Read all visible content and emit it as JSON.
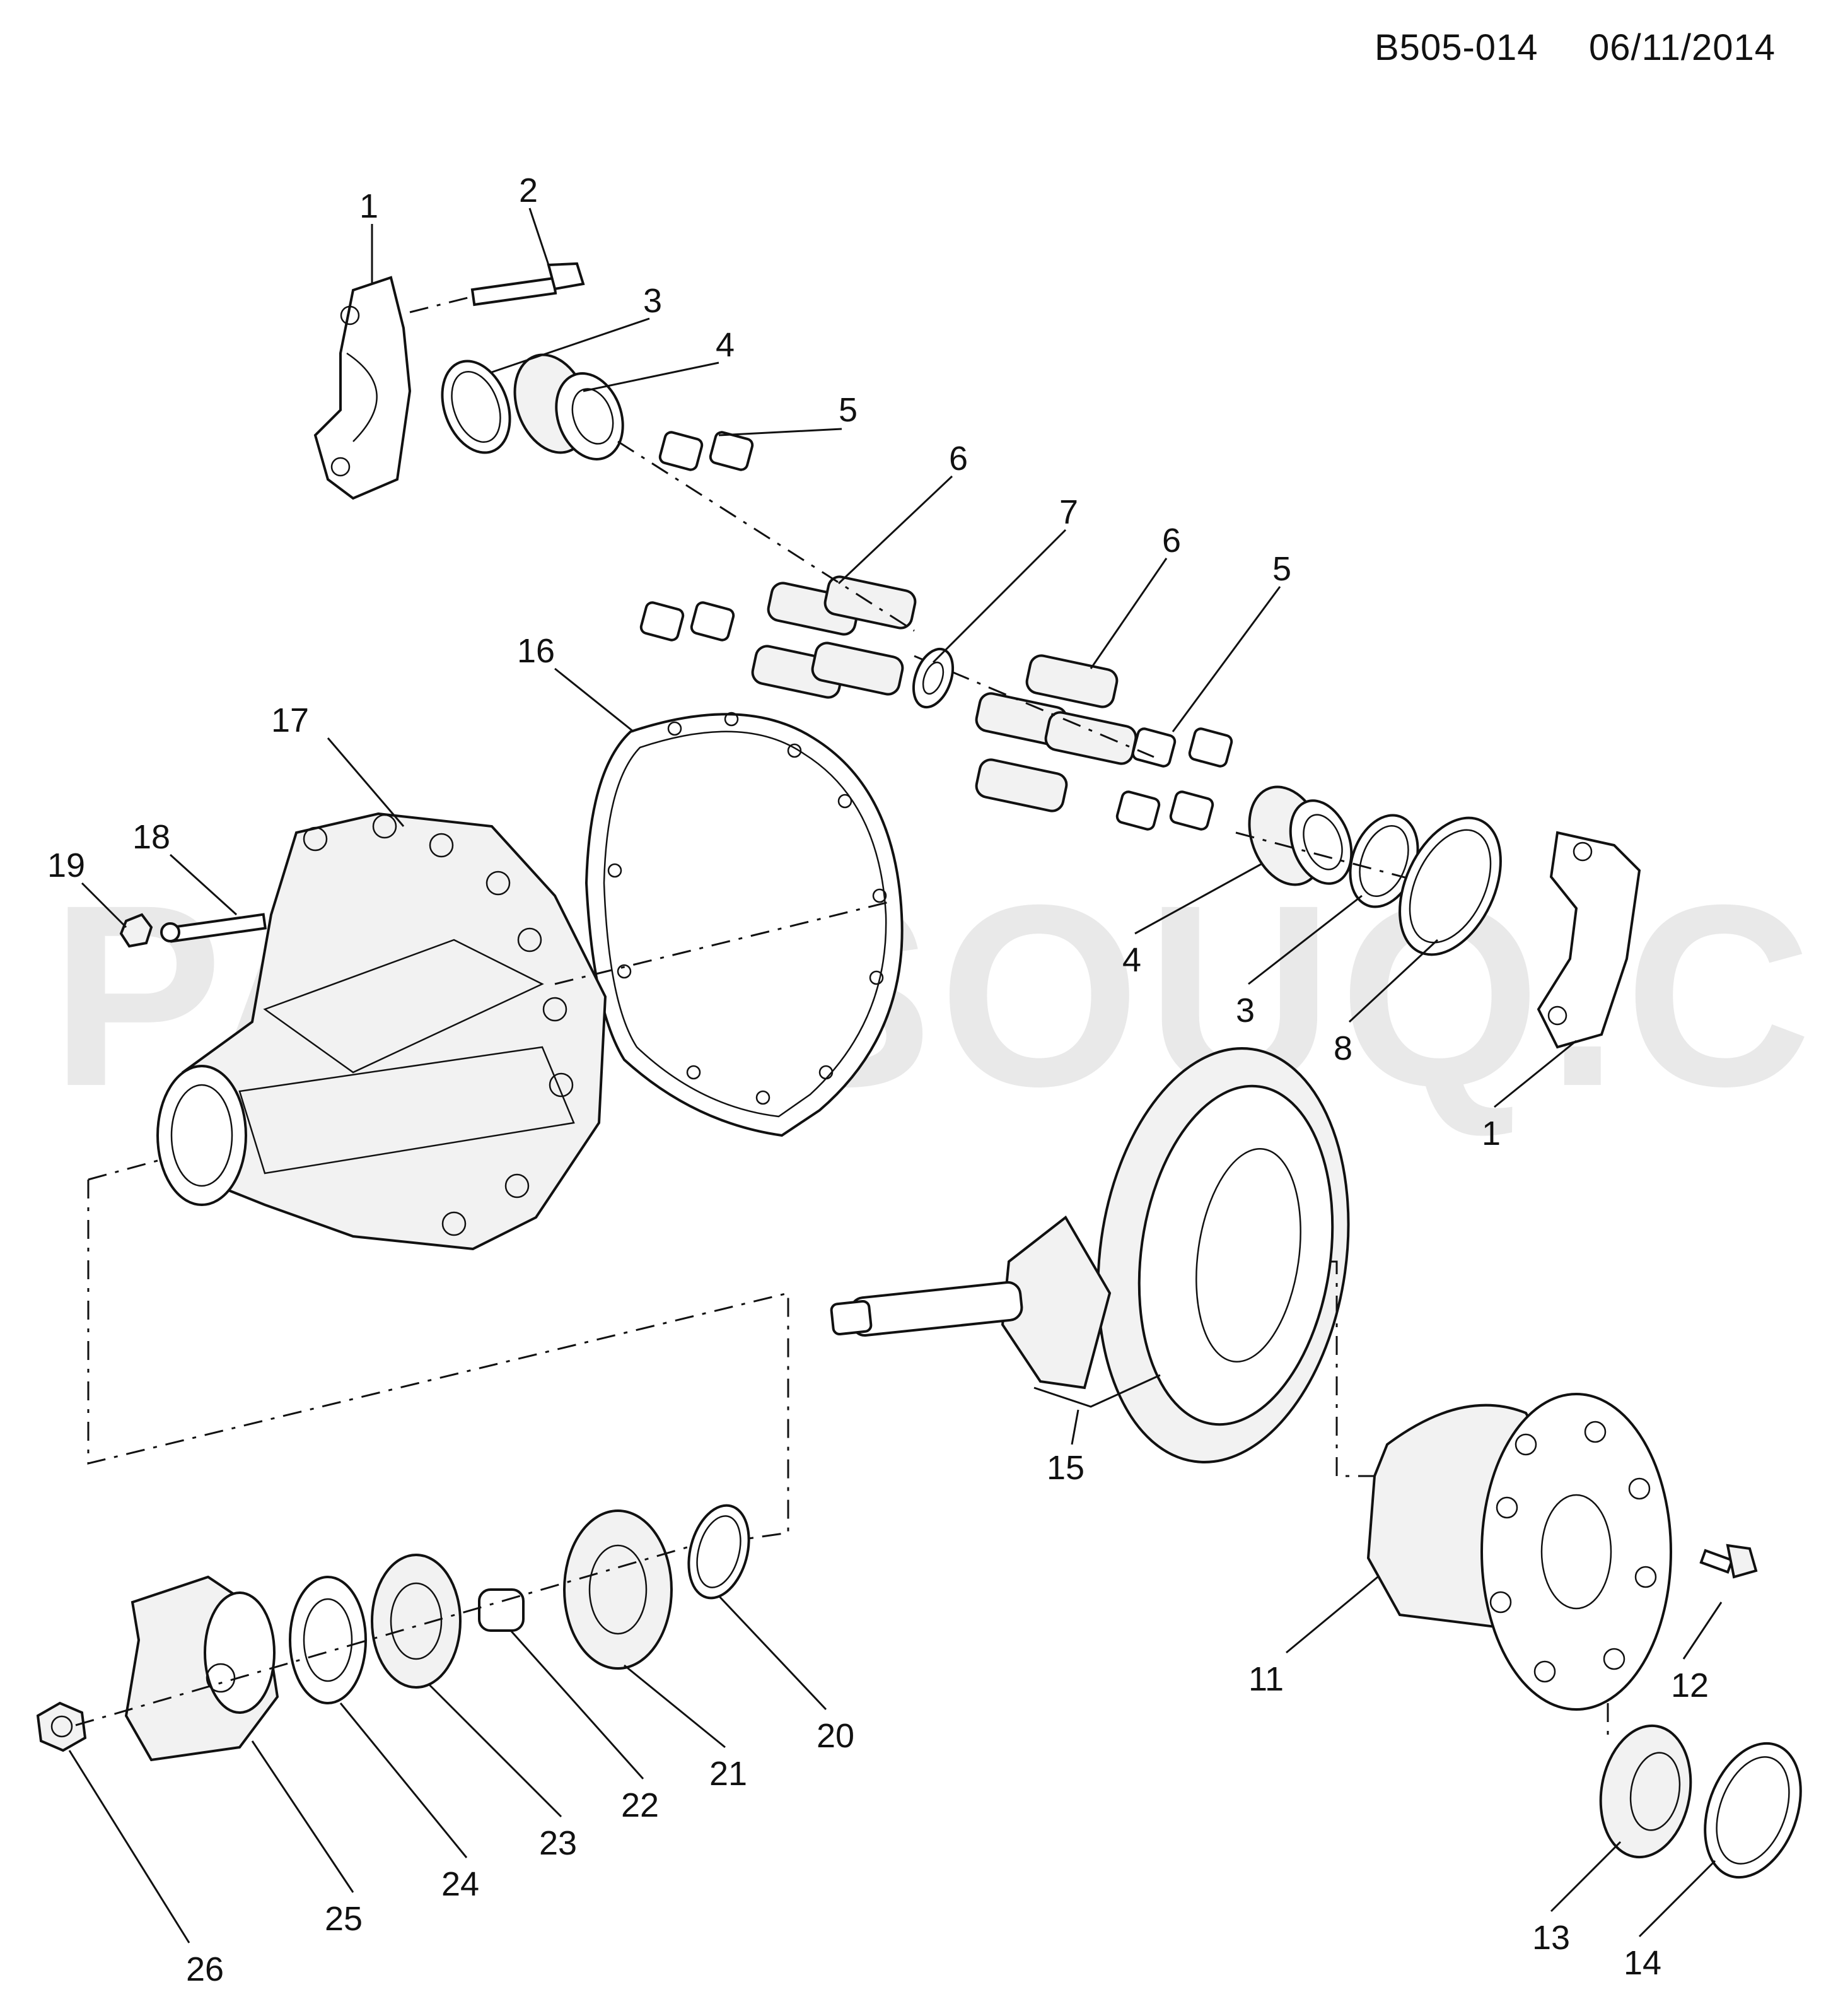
{
  "header": {
    "diagram_code": "B505-014",
    "date": "06/11/2014"
  },
  "watermark": "PARTSOUQ.COM",
  "callouts": [
    {
      "id": "c1a",
      "text": "1"
    },
    {
      "id": "c2",
      "text": "2"
    },
    {
      "id": "c3a",
      "text": "3"
    },
    {
      "id": "c4a",
      "text": "4"
    },
    {
      "id": "c5a",
      "text": "5"
    },
    {
      "id": "c6a",
      "text": "6"
    },
    {
      "id": "c7",
      "text": "7"
    },
    {
      "id": "c6b",
      "text": "6"
    },
    {
      "id": "c5b",
      "text": "5"
    },
    {
      "id": "c16",
      "text": "16"
    },
    {
      "id": "c17",
      "text": "17"
    },
    {
      "id": "c18",
      "text": "18"
    },
    {
      "id": "c19",
      "text": "19"
    },
    {
      "id": "c4b",
      "text": "4"
    },
    {
      "id": "c3b",
      "text": "3"
    },
    {
      "id": "c8",
      "text": "8"
    },
    {
      "id": "c1b",
      "text": "1"
    },
    {
      "id": "c15",
      "text": "15"
    },
    {
      "id": "c11",
      "text": "11"
    },
    {
      "id": "c12",
      "text": "12"
    },
    {
      "id": "c13",
      "text": "13"
    },
    {
      "id": "c14",
      "text": "14"
    },
    {
      "id": "c20",
      "text": "20"
    },
    {
      "id": "c21",
      "text": "21"
    },
    {
      "id": "c22",
      "text": "22"
    },
    {
      "id": "c23",
      "text": "23"
    },
    {
      "id": "c24",
      "text": "24"
    },
    {
      "id": "c25",
      "text": "25"
    },
    {
      "id": "c26",
      "text": "26"
    }
  ]
}
